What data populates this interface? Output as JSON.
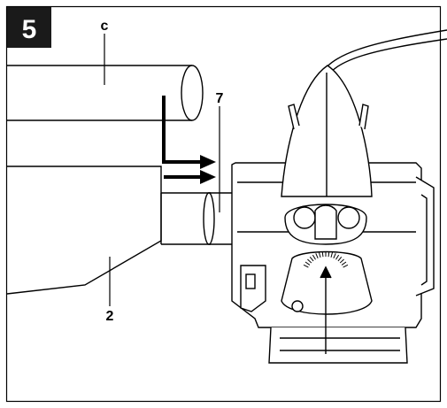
{
  "figure": {
    "number": "5",
    "labels": {
      "c": "c",
      "seven": "7",
      "two": "2"
    }
  },
  "colors": {
    "line": "#000000",
    "badge_background": "#1a1a1a",
    "badge_text": "#ffffff",
    "background": "#ffffff"
  }
}
